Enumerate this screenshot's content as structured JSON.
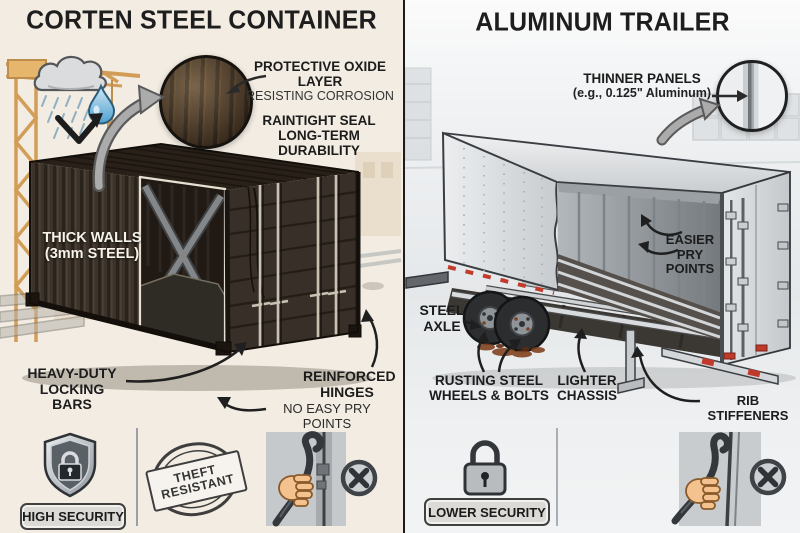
{
  "left": {
    "title": "CORTEN STEEL CONTAINER",
    "oxide": {
      "line1": "PROTECTIVE OXIDE LAYER",
      "line2": "RESISTING CORROSION"
    },
    "raintight": {
      "line1": "RAINTIGHT SEAL",
      "line2": "LONG-TERM DURABILITY"
    },
    "thick_walls": {
      "line1": "THICK WALLS",
      "line2": "(3mm STEEL)"
    },
    "locking_bars": {
      "line1": "HEAVY-DUTY",
      "line2": "LOCKING BARS"
    },
    "hinges": {
      "line1": "REINFORCED",
      "line2": "HINGES"
    },
    "pry_points": "NO EASY PRY POINTS",
    "stamp": {
      "line1": "THEFT",
      "line2": "RESISTANT"
    },
    "security_badge": "HIGH SECURITY"
  },
  "right": {
    "title": "ALUMINUM TRAILER",
    "thinner_panels": {
      "line1": "THINNER PANELS",
      "line2": "(e.g., 0.125\" Aluminum)"
    },
    "easier_pry": {
      "line1": "EASIER",
      "line2": "PRY",
      "line3": "POINTS"
    },
    "steel_axle": {
      "line1": "STEEL",
      "line2": "AXLE"
    },
    "rusting": {
      "line1": "RUSTING STEEL",
      "line2": "WHEELS & BOLTS"
    },
    "chassis": {
      "line1": "LIGHTER",
      "line2": "CHASSIS"
    },
    "ribs": "RIB STIFFENERS",
    "security_badge": "LOWER SECURITY"
  },
  "icons": {
    "weather": "rain-cloud-icon",
    "drop": "water-drop-icon",
    "magnifier_left": "oxide-layer-magnifier",
    "magnifier_right": "thin-panel-magnifier",
    "left_security": "shield-lock-icon",
    "right_security": "padlock-icon",
    "stamp": "theft-resistant-stamp",
    "tool": "crowbar-hand-icon",
    "deny": "cross-circle-icon"
  },
  "colors": {
    "container_brown": "#3a3026",
    "trailer_gray": "#d9dcde",
    "rust": "#81421f",
    "rain_blue": "#5ea8d8",
    "reflector_red": "#c0392b",
    "left_bg": "#ecdfca",
    "right_bg": "#e8eaec",
    "text_dark": "#1c1c1c"
  }
}
